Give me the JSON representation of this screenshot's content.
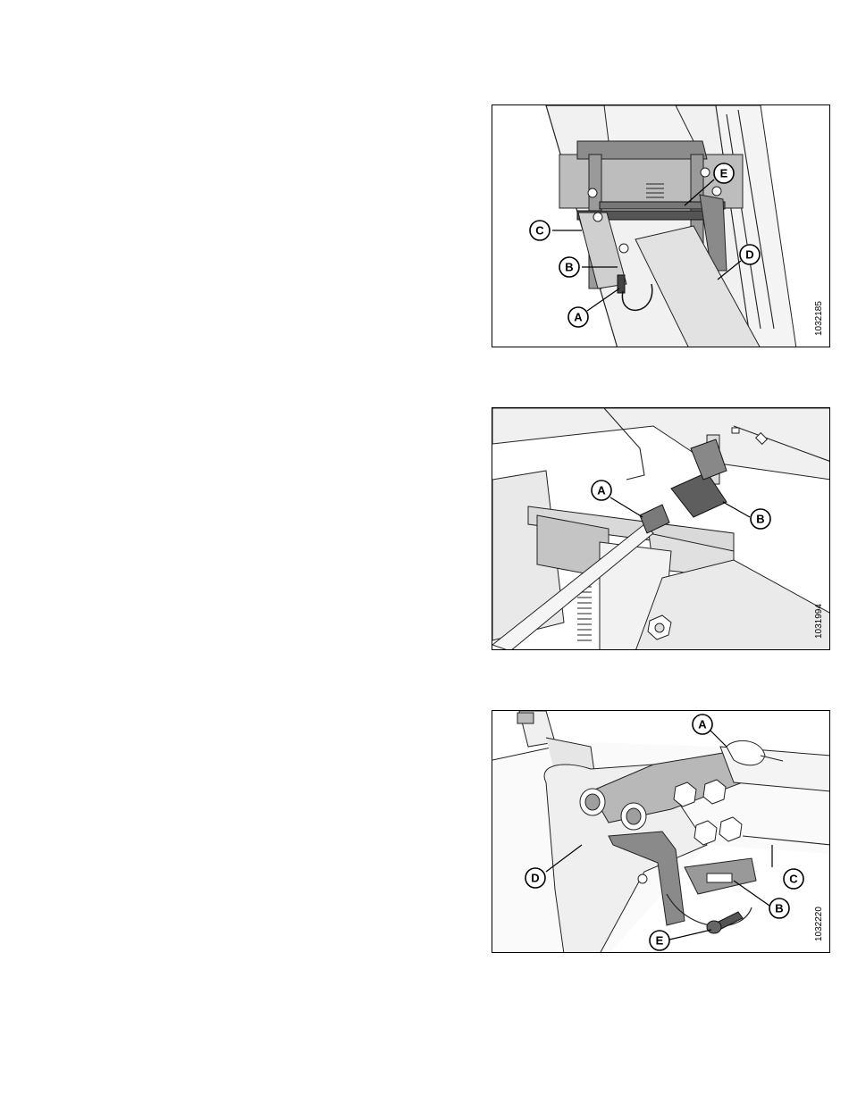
{
  "figures": [
    {
      "id": "1032185",
      "callouts": [
        "A",
        "B",
        "C",
        "D",
        "E"
      ]
    },
    {
      "id": "1031994",
      "callouts": [
        "A",
        "B"
      ]
    },
    {
      "id": "1032220",
      "callouts": [
        "A",
        "B",
        "C",
        "D",
        "E"
      ]
    }
  ],
  "colors": {
    "metal_light": "#e6e6e6",
    "metal_mid": "#b3b3b3",
    "metal_dark": "#6e6e6e",
    "outline": "#1a1a1a"
  }
}
